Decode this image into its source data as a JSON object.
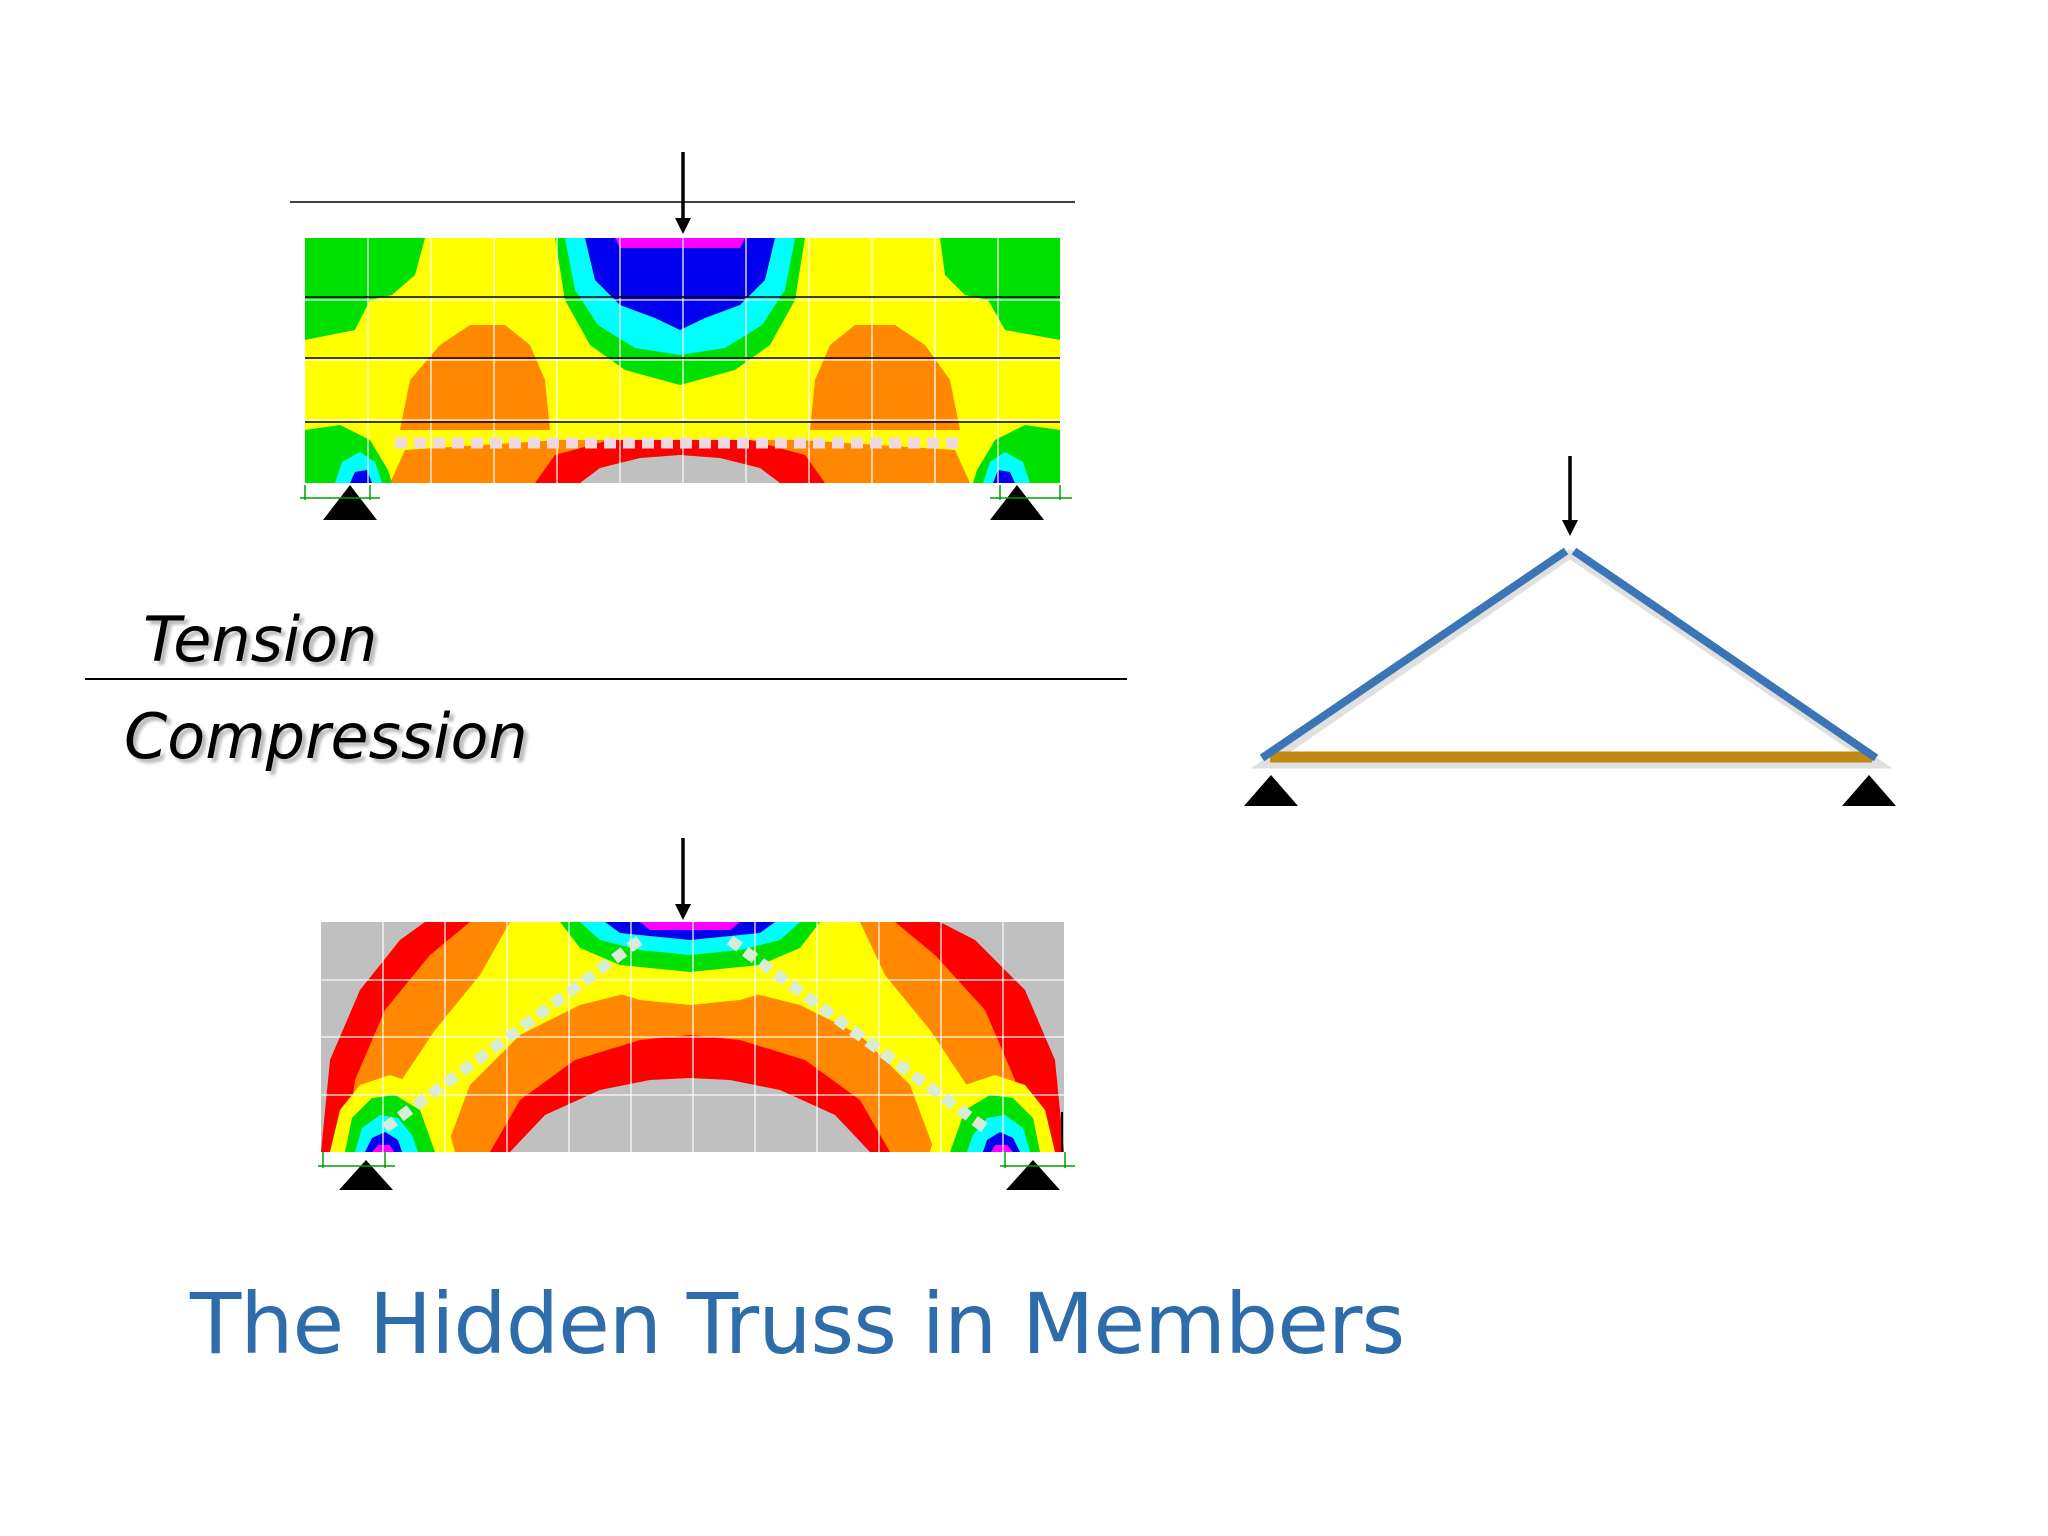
{
  "labels": {
    "tension": "Tension",
    "compression": "Compression"
  },
  "title": "The Hidden Truss in Members",
  "colors": {
    "title": "#2e6daa",
    "strut": "#3a76b5",
    "tie": "#c08a12",
    "contour_scale": [
      "#ff00ff",
      "#0000ee",
      "#00ffff",
      "#00ee00",
      "#ffff00",
      "#ff8800",
      "#ff0000",
      "#c0c0c0"
    ]
  },
  "figures": {
    "top_beam": "stress contour, beam with center point load, flexural stress field",
    "bottom_beam": "stress contour, deep beam with center point load, compression arch",
    "truss": "equivalent strut-and-tie truss model"
  }
}
